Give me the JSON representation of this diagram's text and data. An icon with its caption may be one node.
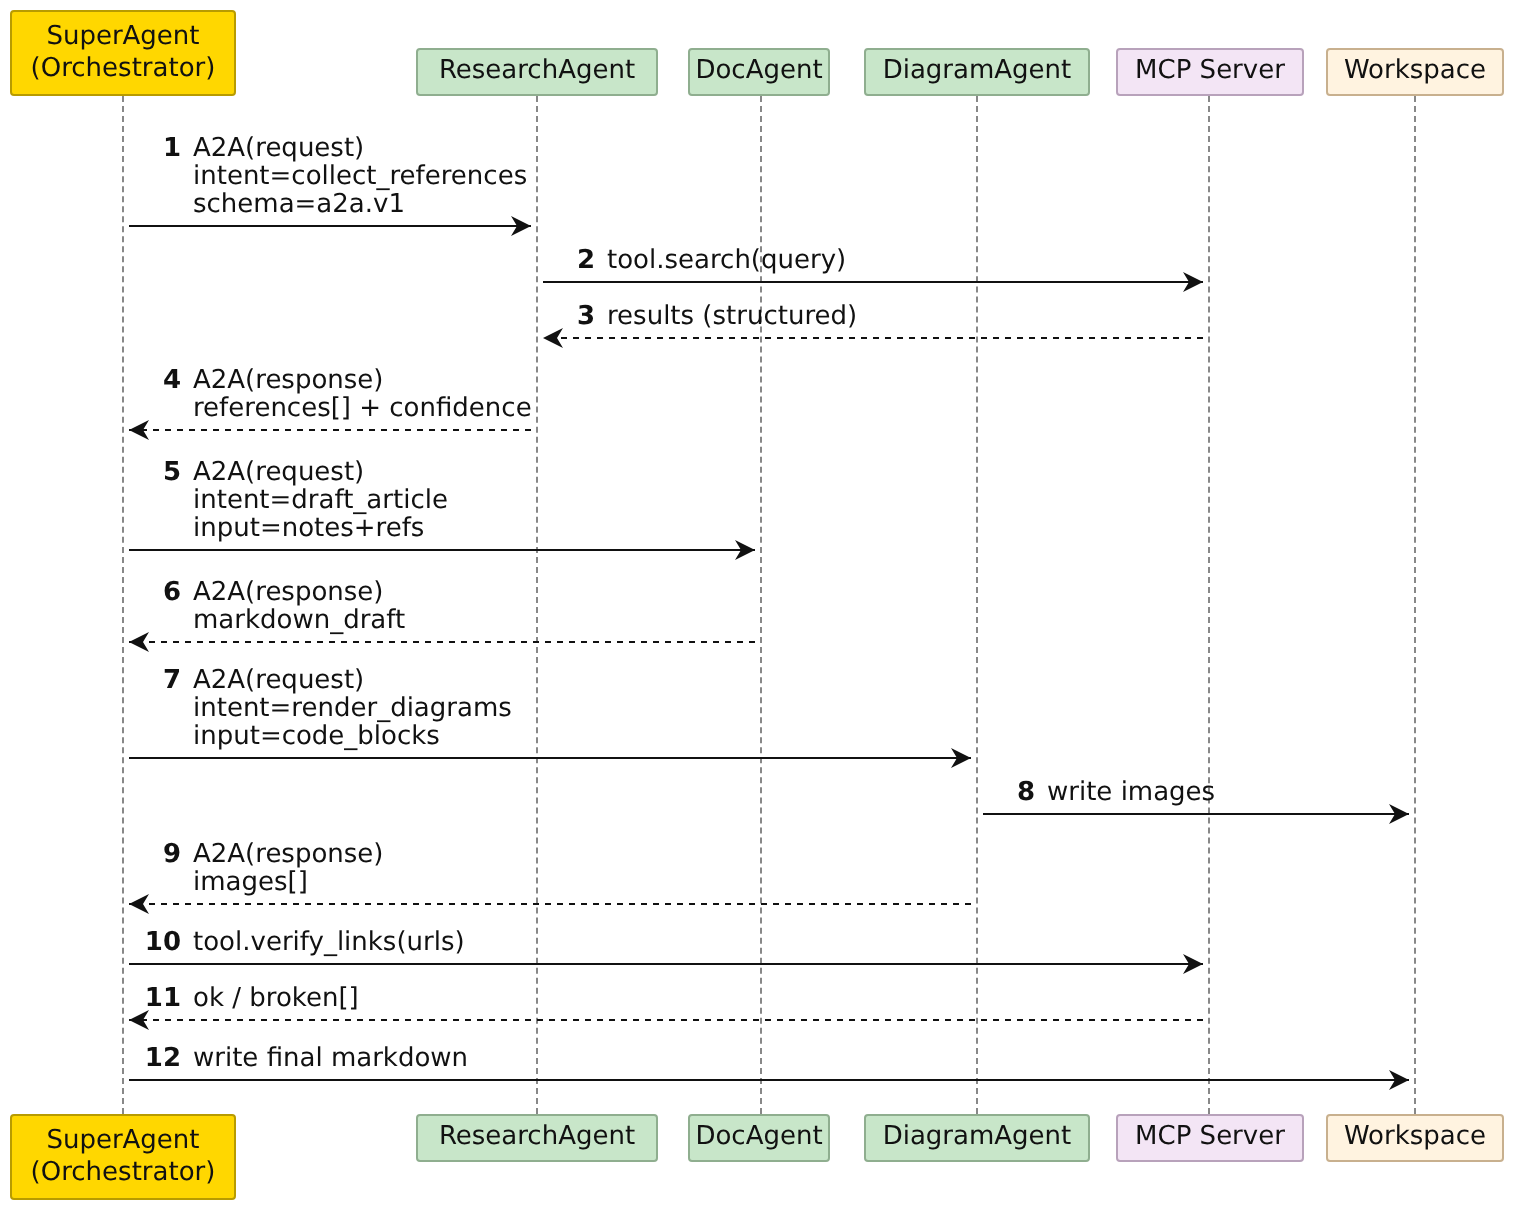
{
  "diagram": {
    "nodes": [
      {
        "text": [
          "SuperAgent (Orchestrator)"
        ]
      },
      {
        "text": [
          "ResearchAgent"
        ]
      },
      {
        "text": [
          "DocAgent"
        ]
      },
      {
        "text": [
          "DiagramAgent"
        ]
      },
      {
        "text": [
          "MCP Server"
        ]
      },
      {
        "text": [
          "Workspace"
        ]
      },
      {
        "text": [],
        "shape": "line"
      },
      {
        "text": [],
        "shape": "line"
      },
      {
        "text": [],
        "shape": "line"
      },
      {
        "text": [],
        "shape": "line"
      },
      {
        "text": [],
        "shape": "line"
      },
      {
        "text": [],
        "shape": "line"
      },
      {
        "text": [
          "SuperAgent (Orchestrator)"
        ]
      },
      {
        "text": [
          "ResearchAgent"
        ]
      },
      {
        "text": [
          "DocAgent"
        ]
      },
      {
        "text": [
          "DiagramAgent"
        ]
      },
      {
        "text": [
          "MCP Server"
        ]
      },
      {
        "text": [
          "Workspace"
        ]
      }
    ],
    "edges": [
      {
        "from": 6,
        "to": 7,
        "arrow": "to",
        "label": "**1** A2A(request) intent=collect_references schema=a2a.v1"
      },
      {
        "from": 7,
        "to": 10,
        "arrow": "to",
        "label": "**2** tool.search(query)"
      },
      {
        "from": 10,
        "to": 7,
        "arrow": "to",
        "style": "dashed",
        "label": "**3** results (structured)"
      },
      {
        "from": 7,
        "to": 6,
        "arrow": "to",
        "style": "dashed",
        "label": "**4** A2A(response) references[] + confidence"
      },
      {
        "from": 6,
        "to": 8,
        "arrow": "to",
        "label": "**5** A2A(request) intent=draft_article input=notes+refs"
      },
      {
        "from": 8,
        "to": 6,
        "arrow": "to",
        "style": "dashed",
        "label": "**6** A2A(response) markdown_draft"
      },
      {
        "from": 6,
        "to": 9,
        "arrow": "to",
        "label": "**7** A2A(request) intent=render_diagrams input=code_blocks"
      },
      {
        "from": 9,
        "to": 11,
        "arrow": "to",
        "label": "**8** write images"
      },
      {
        "from": 9,
        "to": 6,
        "arrow": "to",
        "style": "dashed",
        "label": "**9** A2A(response) images[]"
      },
      {
        "from": 6,
        "to": 10,
        "arrow": "to",
        "label": "**10** tool.verify_links(urls)"
      },
      {
        "from": 10,
        "to": 6,
        "arrow": "to",
        "style": "dashed",
        "label": "**11** ok / broken[]"
      },
      {
        "from": 6,
        "to": 11,
        "arrow": "to",
        "label": "**12** write final markdown"
      }
    ]
  }
}
